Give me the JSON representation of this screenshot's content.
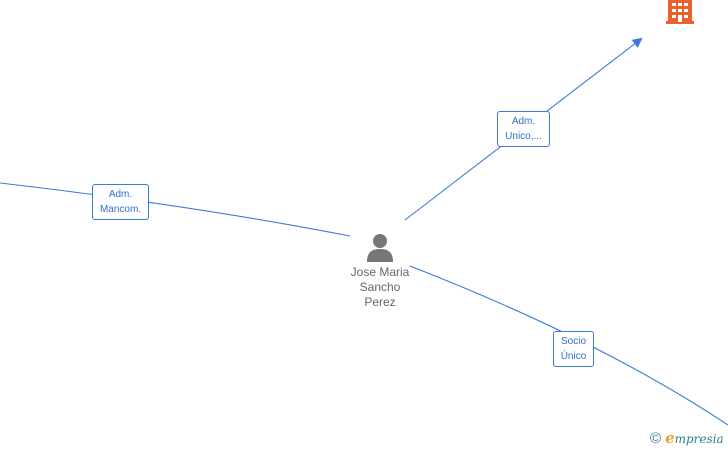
{
  "person": {
    "name_lines": [
      "Jose Maria",
      "Sancho",
      "Perez"
    ],
    "icon": "person-icon"
  },
  "company_node": {
    "icon": "building-icon",
    "color": "#e8602c"
  },
  "edges": [
    {
      "label_lines": [
        "Adm.",
        "Mancom."
      ]
    },
    {
      "label_lines": [
        "Adm.",
        "Unico,..."
      ]
    },
    {
      "label_lines": [
        "Socio",
        "Único"
      ]
    }
  ],
  "credit": {
    "copyright_symbol": "©",
    "brand_initial": "e",
    "brand_rest": "mpresia"
  },
  "colors": {
    "edge": "#3a7bd5",
    "label_text": "#2f6fc8",
    "person": "#777777",
    "brand": "#2f7f8c",
    "brand_accent": "#f0a020"
  }
}
